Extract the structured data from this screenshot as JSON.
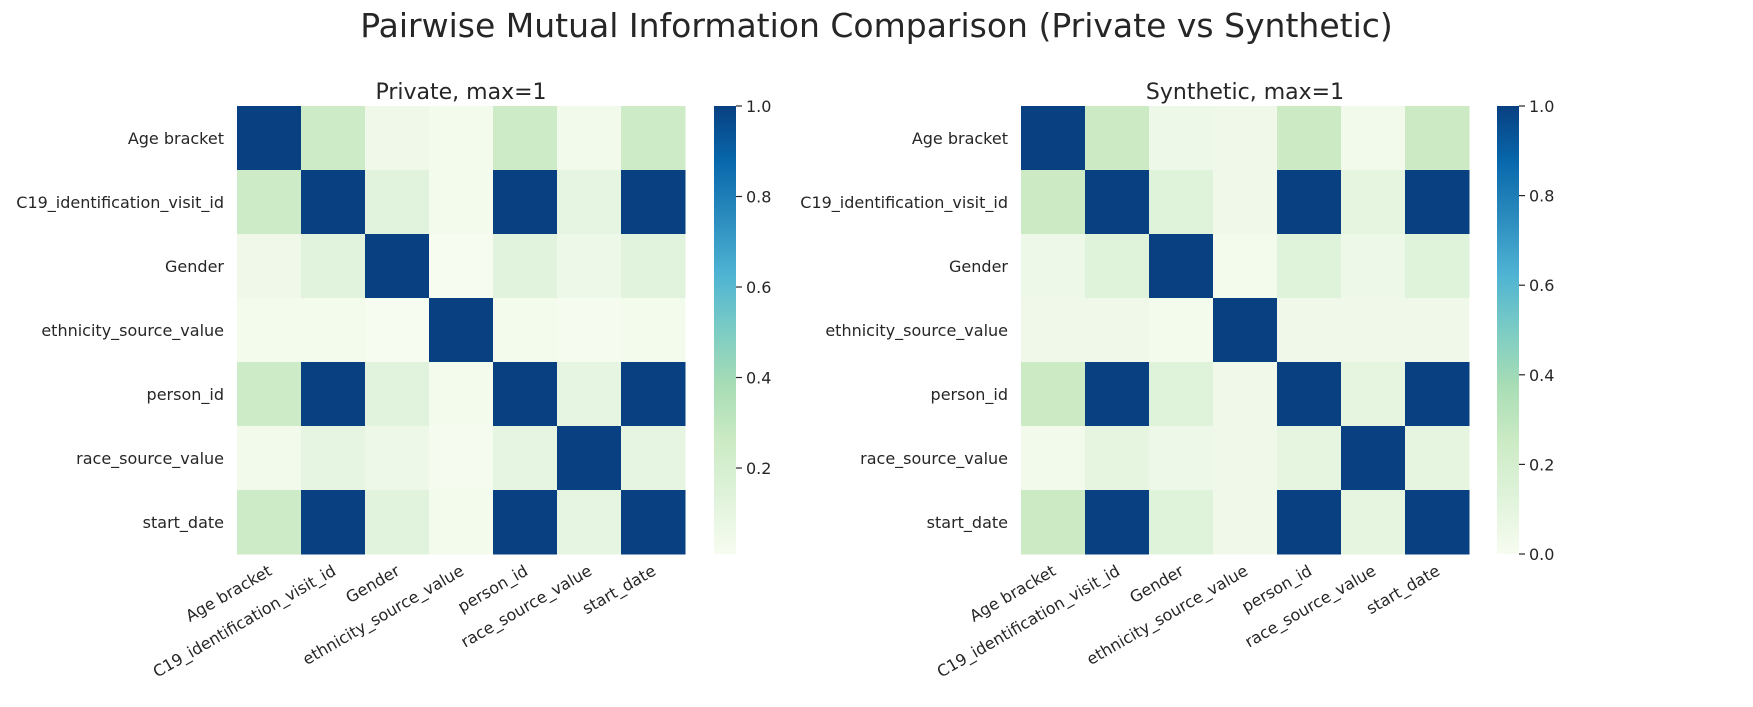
{
  "figure": {
    "title": "Pairwise Mutual Information Comparison (Private vs Synthetic)"
  },
  "colormap": {
    "name": "GnBu",
    "stops": [
      "#f7fcf0",
      "#e0f3db",
      "#ccebc5",
      "#a8ddb5",
      "#7bccc4",
      "#4eb3d3",
      "#2b8cbe",
      "#0868ac",
      "#084081"
    ]
  },
  "chart_data": [
    {
      "type": "heatmap",
      "title": "Private, max=1",
      "rows": [
        "Age bracket",
        "C19_identification_visit_id",
        "Gender",
        "ethnicity_source_value",
        "person_id",
        "race_source_value",
        "start_date"
      ],
      "columns": [
        "Age bracket",
        "C19_identification_visit_id",
        "Gender",
        "ethnicity_source_value",
        "person_id",
        "race_source_value",
        "start_date"
      ],
      "values": [
        [
          1.0,
          0.25,
          0.05,
          0.03,
          0.25,
          0.04,
          0.25
        ],
        [
          0.25,
          1.0,
          0.13,
          0.03,
          1.0,
          0.1,
          1.0
        ],
        [
          0.05,
          0.13,
          1.0,
          0.01,
          0.13,
          0.06,
          0.13
        ],
        [
          0.03,
          0.03,
          0.01,
          1.0,
          0.03,
          0.02,
          0.03
        ],
        [
          0.25,
          1.0,
          0.13,
          0.03,
          1.0,
          0.1,
          1.0
        ],
        [
          0.04,
          0.1,
          0.06,
          0.02,
          0.1,
          1.0,
          0.1
        ],
        [
          0.25,
          1.0,
          0.13,
          0.03,
          1.0,
          0.1,
          1.0
        ]
      ],
      "colorbar": {
        "ticks": [
          "0.2",
          "0.4",
          "0.6",
          "0.8",
          "1.0"
        ],
        "tick_values": [
          0.2,
          0.4,
          0.6,
          0.8,
          1.0
        ],
        "range": [
          0.01,
          1.0
        ]
      }
    },
    {
      "type": "heatmap",
      "title": "Synthetic, max=1",
      "rows": [
        "Age bracket",
        "C19_identification_visit_id",
        "Gender",
        "ethnicity_source_value",
        "person_id",
        "race_source_value",
        "start_date"
      ],
      "columns": [
        "Age bracket",
        "C19_identification_visit_id",
        "Gender",
        "ethnicity_source_value",
        "person_id",
        "race_source_value",
        "start_date"
      ],
      "values": [
        [
          1.0,
          0.25,
          0.05,
          0.04,
          0.25,
          0.03,
          0.25
        ],
        [
          0.25,
          1.0,
          0.13,
          0.04,
          1.0,
          0.1,
          1.0
        ],
        [
          0.05,
          0.13,
          1.0,
          0.02,
          0.13,
          0.05,
          0.13
        ],
        [
          0.04,
          0.04,
          0.02,
          1.0,
          0.04,
          0.04,
          0.04
        ],
        [
          0.25,
          1.0,
          0.13,
          0.04,
          1.0,
          0.1,
          1.0
        ],
        [
          0.03,
          0.1,
          0.05,
          0.04,
          0.1,
          1.0,
          0.1
        ],
        [
          0.25,
          1.0,
          0.13,
          0.04,
          1.0,
          0.1,
          1.0
        ]
      ],
      "colorbar": {
        "ticks": [
          "0.0",
          "0.2",
          "0.4",
          "0.6",
          "0.8",
          "1.0"
        ],
        "tick_values": [
          0.0,
          0.2,
          0.4,
          0.6,
          0.8,
          1.0
        ],
        "range": [
          0.0,
          1.0
        ]
      }
    }
  ]
}
